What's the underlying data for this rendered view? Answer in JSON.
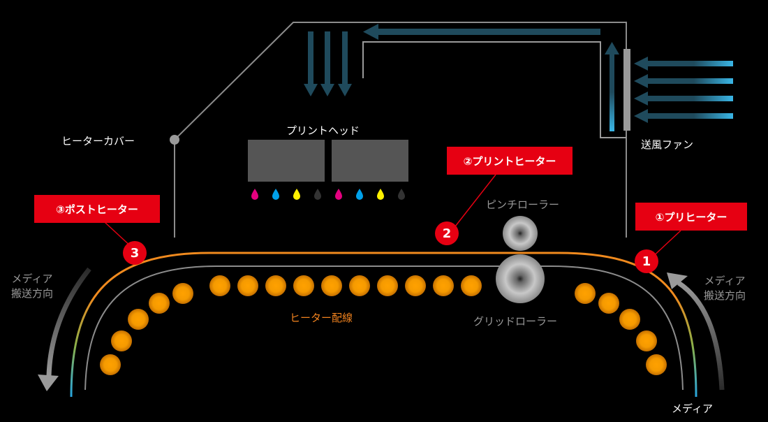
{
  "labels": {
    "heater_cover": "ヒーターカバー",
    "print_head": "プリントヘッド",
    "fan": "送風ファン",
    "pinch_roller": "ピンチローラー",
    "grid_roller": "グリッドローラー",
    "heater_wiring": "ヒーター配線",
    "media_bottom": "メディア",
    "media_transport_left_line1": "メディア",
    "media_transport_left_line2": "搬送方向",
    "media_transport_right_line1": "メディア",
    "media_transport_right_line2": "搬送方向"
  },
  "heaters": {
    "pre": {
      "number": "1",
      "label": "①プリヒーター"
    },
    "print": {
      "number": "2",
      "label": "②プリントヒーター"
    },
    "post": {
      "number": "3",
      "label": "③ポストヒーター"
    }
  },
  "colors": {
    "accent_red": "#e60012",
    "heater_orange": "#f0821e",
    "airflow_blue": "#1f4a5c",
    "fan_blue": "#3ab6e6",
    "cover_line": "#8c8c8c",
    "ink_head": "#555555"
  },
  "ink_drops": [
    "magenta",
    "cyan",
    "yellow",
    "black",
    "magenta",
    "cyan",
    "yellow",
    "black"
  ],
  "ink_colors": {
    "magenta": "#e4007f",
    "cyan": "#00a0e9",
    "yellow": "#fff100",
    "black": "#333333"
  }
}
